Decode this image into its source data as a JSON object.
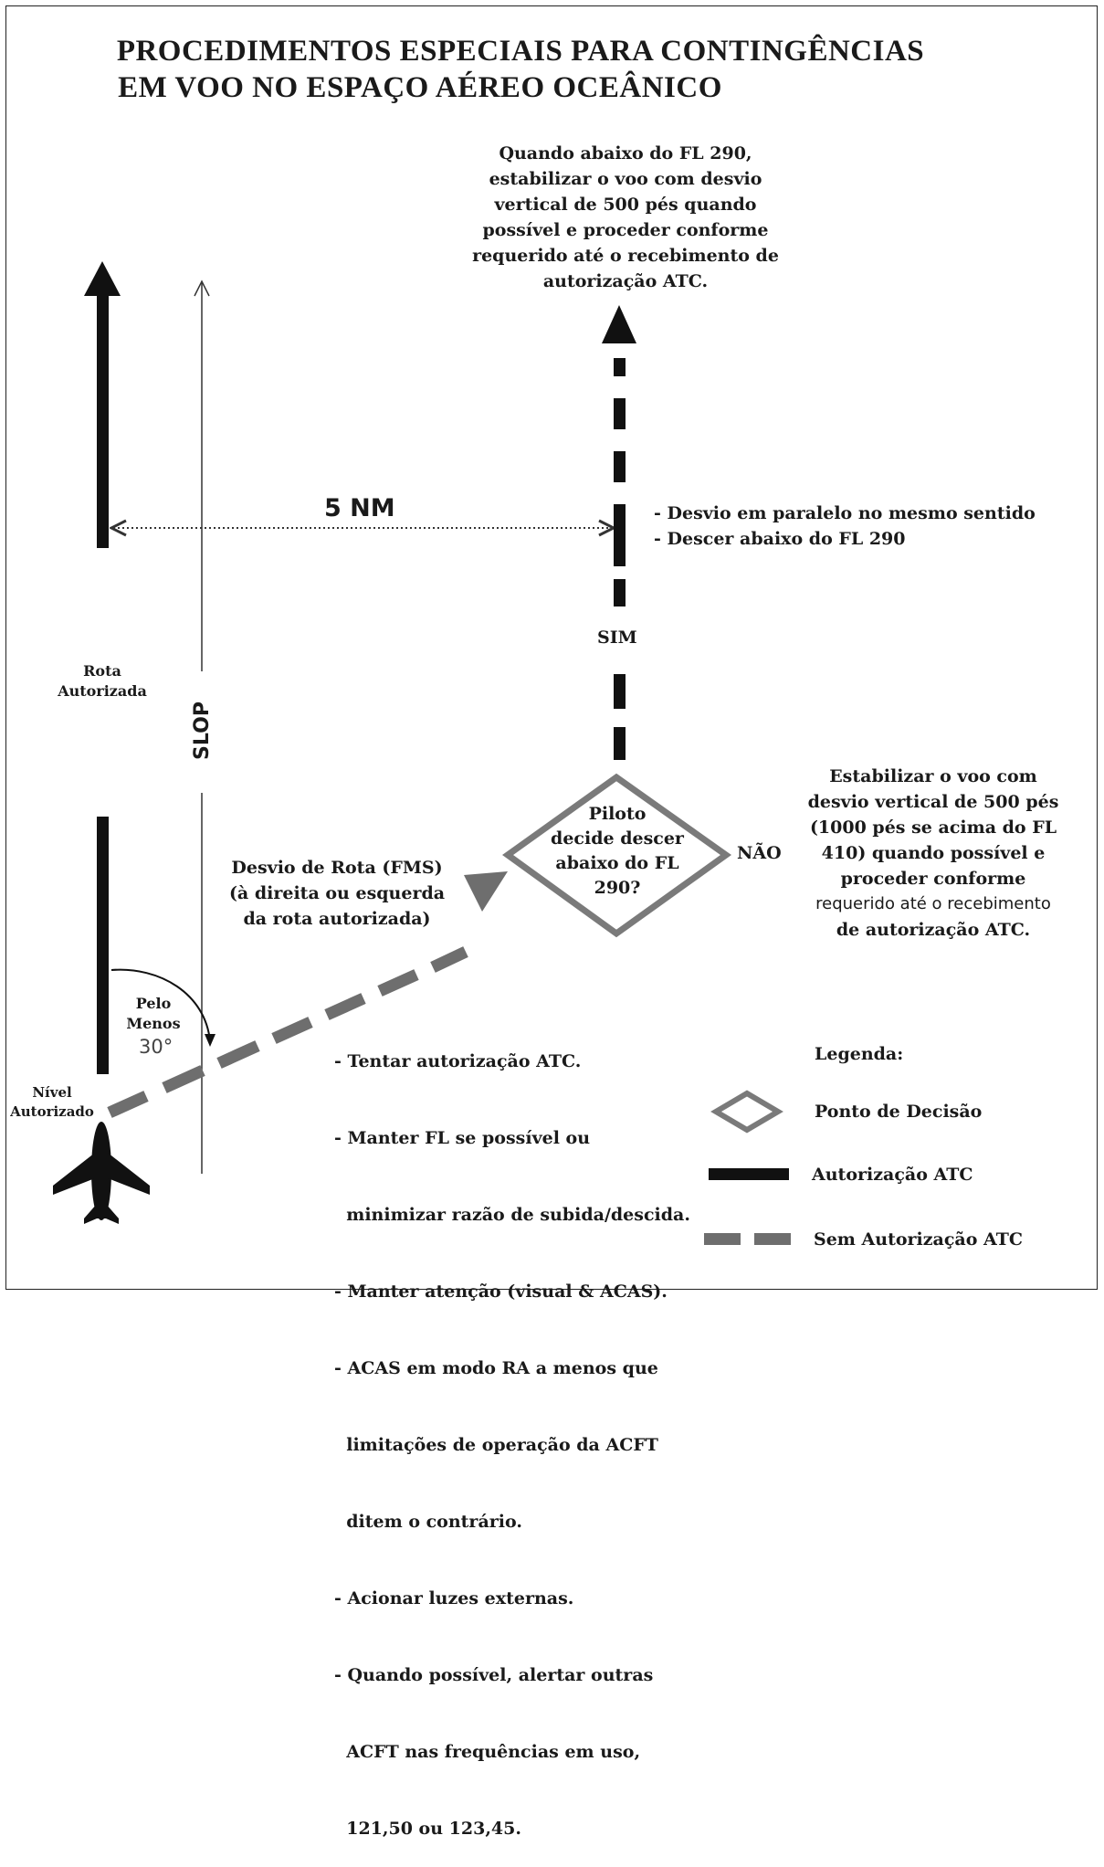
{
  "title": {
    "line1": "PROCEDIMENTOS ESPECIAIS PARA CONTINGÊNCIAS",
    "line2": "EM VOO NO ESPAÇO AÉREO OCEÂNICO"
  },
  "top_note": [
    "Quando abaixo do FL 290,",
    "estabilizar o voo com desvio",
    "vertical de 500 pés quando",
    "possível e proceder conforme",
    "requerido até o recebimento de",
    "autorização ATC."
  ],
  "distance_label": "5 NM",
  "parallel_notes": [
    "- Desvio em paralelo no mesmo sentido",
    "- Descer abaixo do FL 290"
  ],
  "yes_label": "SIM",
  "no_label": "NÃO",
  "route_label": [
    "Rota",
    "Autorizada"
  ],
  "slop_label": "SLOP",
  "decision": [
    "Piloto",
    "decide descer",
    "abaixo do FL",
    "290?"
  ],
  "no_note": [
    "Estabilizar o voo com",
    "desvio vertical de 500 pés",
    "(1000 pés se acima do FL",
    "410) quando possível e",
    "proceder conforme",
    "requerido  até o recebimento",
    "de autorização ATC."
  ],
  "deviation_label": [
    "Desvio de Rota (FMS)",
    "(à direita ou esquerda",
    "da rota autorizada)"
  ],
  "angle_label": [
    "Pelo",
    "Menos"
  ],
  "angle_value": "30°",
  "level_label": [
    "Nível",
    "Autorizado"
  ],
  "actions": [
    "- Tentar autorização ATC.",
    "- Manter FL se possível ou",
    "  minimizar razão de subida/descida.",
    "- Manter atenção (visual & ACAS).",
    "- ACAS em modo RA a menos que",
    "  limitações de operação da ACFT",
    "  ditem o contrário.",
    "- Acionar luzes externas.",
    "- Quando possível, alertar outras",
    "  ACFT nas frequências em uso,",
    "  121,50 ou 123,45."
  ],
  "legend": {
    "title": "Legenda:",
    "decision_point": "Ponto de Decisão",
    "atc_clearance": "Autorização ATC",
    "no_atc_clearance": "Sem Autorização ATC"
  },
  "colors": {
    "clearance": "#111111",
    "no_clearance": "#6e6e6e",
    "diamond": "#7a7a7a"
  },
  "icons": [
    "airplane-icon",
    "arrow-up-icon"
  ]
}
